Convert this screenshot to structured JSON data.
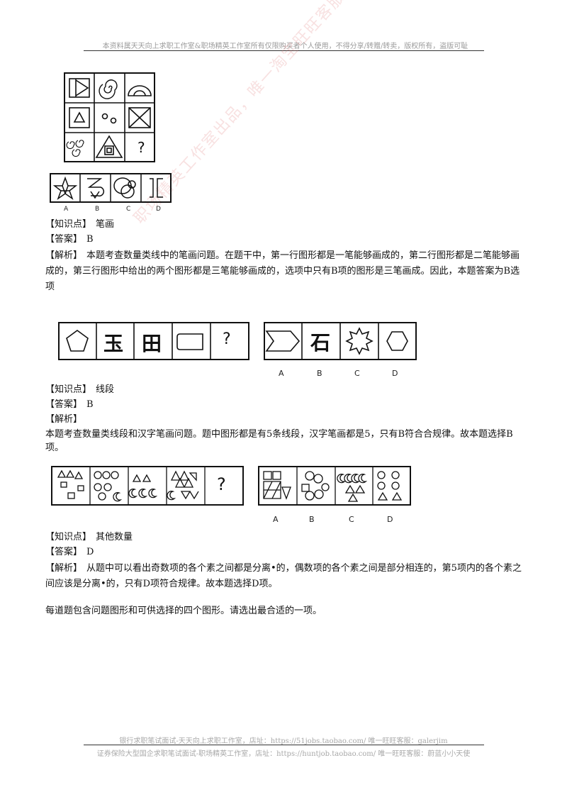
{
  "header": {
    "notice": "本资料属天天向上求职工作室&职场精英工作室所有仅限购买者个人使用，不得分享/转赠/转卖，版权所有，盗版可耻"
  },
  "watermark": {
    "text": "职场精英工作室出品，唯一淘宝旺旺客服：蔚蓝小小天使"
  },
  "q1": {
    "grid_question_mark": "?",
    "option_labels": [
      "A",
      "B",
      "C",
      "D"
    ],
    "knowledge_tag": "【知识点】",
    "knowledge_value": "笔画",
    "answer_tag": "【答案】",
    "answer_value": "B",
    "analysis_tag": "【解析】",
    "analysis_text": "本题考查数量类线中的笔画问题。在题干中，第一行图形都是一笔能够画成的，第二行图形都是二笔能够画成的，第三行图形中给出的两个图形都是三笔能够画成的，选项中只有B项的图形是三笔画成。因此，本题答案为B选项"
  },
  "q2": {
    "char_1": "玉",
    "char_2": "田",
    "question_mark": "?",
    "option_char": "石",
    "option_labels": [
      "A",
      "B",
      "C",
      "D"
    ],
    "knowledge_tag": "【知识点】",
    "knowledge_value": "线段",
    "answer_tag": "【答案】",
    "answer_value": "B",
    "analysis_tag": "【解析】",
    "analysis_text": "本题考查数量类线段和汉字笔画问题。题中图形都是有5条线段，汉字笔画都是5，只有B符合合规律。故本题选择B项。"
  },
  "q3": {
    "question_mark": "?",
    "option_labels": [
      "A",
      "B",
      "C",
      "D"
    ],
    "knowledge_tag": "【知识点】",
    "knowledge_value": "其他数量",
    "answer_tag": "【答案】",
    "answer_value": "D",
    "analysis_tag": "【解析】",
    "analysis_text": "从题中可以看出奇数项的各个素之间都是分离•的，偶数项的各个素之间是部分相连的，第5项内的各个素之间应该是分离•的，只有D项符合规律。故本题选择D项。"
  },
  "instruction": "每道题包含问题图形和可供选择的四个图形。请选出最合适的一项。",
  "footer": {
    "line1": "银行求职笔试面试-天天向上求职工作室，店址：https://51jobs.taobao.com/ 唯一旺旺客服：galerjim",
    "line2": "证券保险大型国企求职笔试面试-职场精英工作室，店址：https://huntjob.taobao.com/ 唯一旺旺客服：蔚蓝小小天使"
  }
}
